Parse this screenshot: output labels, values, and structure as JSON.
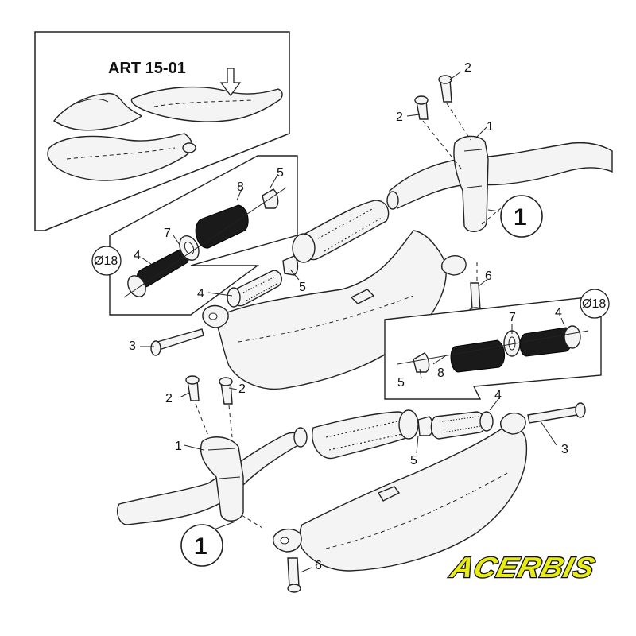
{
  "inset": {
    "title": "ART 15-01"
  },
  "diameter_label": "Ø18",
  "callouts": {
    "clamp": "1",
    "screw_short": "2",
    "screw_long": "3",
    "bar_end_insert": "4",
    "washer_wedge": "5",
    "mount_bolt": "6",
    "spacer": "7",
    "sleeve": "8"
  },
  "brand": {
    "name": "ACERBIS",
    "text_color": "#e8ec12",
    "outline_color": "#111111"
  }
}
